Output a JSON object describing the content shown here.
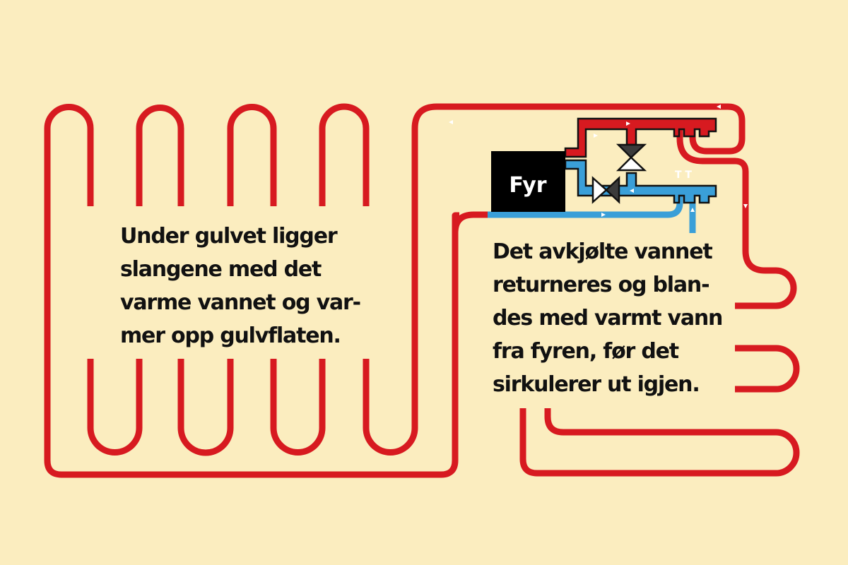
{
  "colors": {
    "background": "#fbedbf",
    "hot_pipe": "#d71a20",
    "cold_pipe": "#3a9fd8",
    "boiler": "#000000",
    "valve_dark": "#3b3b3b",
    "valve_light": "#ffffff",
    "text": "#111111"
  },
  "boiler": {
    "label": "Fyr"
  },
  "captions": {
    "left": "Under gulvet ligger\nslangene med det\nvarme vannet og var-\nmer opp gulvflaten.",
    "right": "Det avkjølte vannet\nreturneres og blan-\ndes med varmt vann\nfra fyren, før det\nsirkulerer ut igjen."
  },
  "manifold_labels": {
    "sensor_marks": "T T"
  },
  "icons": [
    "flow-arrow-icon",
    "mixing-valve-icon",
    "boiler-icon"
  ]
}
